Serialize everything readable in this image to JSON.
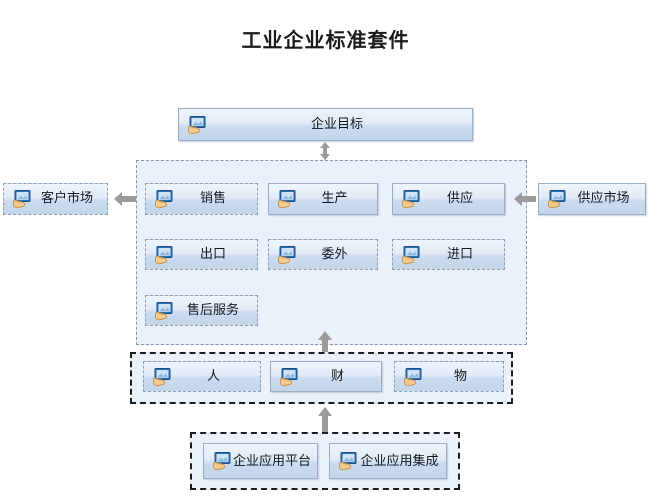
{
  "page": {
    "title": "工业企业标准套件"
  },
  "icons": {
    "node_icon": "monitor-hand-icon"
  },
  "nodes": {
    "goal": {
      "label": "企业目标",
      "border": "solid"
    },
    "customer_market": {
      "label": "客户市场",
      "border": "dashed"
    },
    "supply_market": {
      "label": "供应市场",
      "border": "solid"
    },
    "sales": {
      "label": "销售",
      "border": "dashed"
    },
    "production": {
      "label": "生产",
      "border": "solid"
    },
    "supply": {
      "label": "供应",
      "border": "solid"
    },
    "export": {
      "label": "出口",
      "border": "dashed"
    },
    "outsource": {
      "label": "委外",
      "border": "dashed"
    },
    "import": {
      "label": "进口",
      "border": "dashed"
    },
    "after_sales": {
      "label": "售后服务",
      "border": "dashed"
    },
    "people": {
      "label": "人",
      "border": "dashed"
    },
    "finance": {
      "label": "财",
      "border": "solid"
    },
    "material": {
      "label": "物",
      "border": "dashed"
    },
    "app_platform": {
      "label": "企业应用平台",
      "border": "solid"
    },
    "app_integration": {
      "label": "企业应用集成",
      "border": "solid"
    }
  },
  "arrows": {
    "goal_to_core": "double-vertical-arrow",
    "sales_to_customer": "left-arrow",
    "supply_market_to_supply": "left-arrow",
    "resources_to_core": "up-arrow",
    "platform_to_resources": "up-arrow"
  },
  "colors": {
    "box_fill_top": "#eef4fb",
    "box_fill_bottom": "#c3d5ea",
    "box_border": "#9badc4",
    "group_fill": "#eaf1fa",
    "group_border": "#8296ad",
    "group_border_heavy": "#1d1d1d",
    "arrow": "#9b9b9b",
    "text": "#101820",
    "background": "#ffffff"
  }
}
